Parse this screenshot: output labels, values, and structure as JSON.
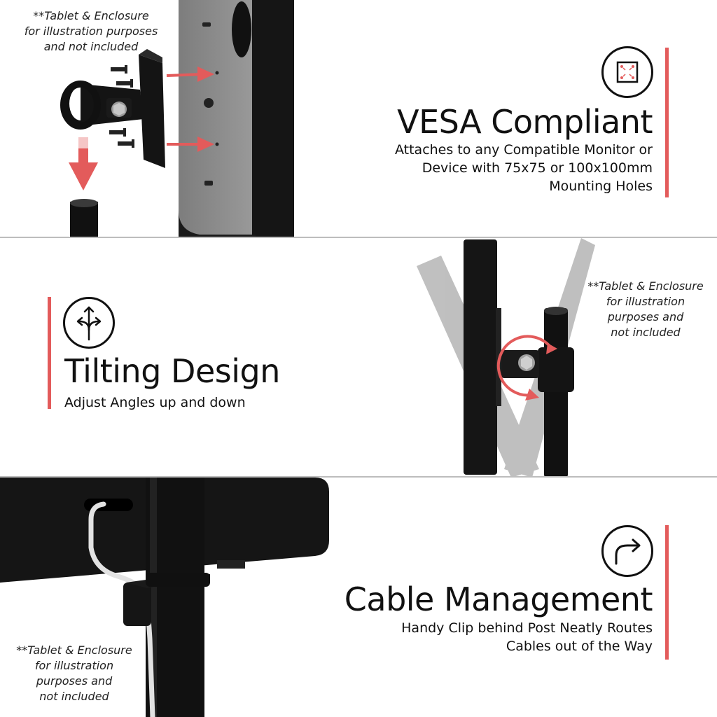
{
  "sections": [
    {
      "title": "VESA Compliant",
      "description_lines": [
        "Attaches to any Compatible Monitor or",
        "Device with 75x75 or 100x100mm",
        "Mounting Holes"
      ],
      "icon": "vesa-pattern-icon"
    },
    {
      "title": "Tilting Design",
      "description_lines": [
        "Adjust Angles up and down"
      ],
      "icon": "split-arrows-icon"
    },
    {
      "title": "Cable Management",
      "description_lines": [
        "Handy Clip behind Post Neatly Routes",
        "Cables out of the Way"
      ],
      "icon": "curved-arrow-icon"
    }
  ],
  "notes": {
    "note1_lines": [
      "**Tablet & Enclosure",
      "for illustration purposes",
      "and not included"
    ],
    "note2_lines": [
      "**Tablet & Enclosure",
      "for illustration",
      "purposes and",
      "not included"
    ],
    "note3_lines": [
      "**Tablet & Enclosure",
      "for illustration",
      "purposes and",
      "not included"
    ]
  },
  "colors": {
    "accent": "#e35b5b",
    "text": "#111111",
    "divider": "#bdbdbd",
    "enclosure_gray": "#8a8a8a",
    "mount_black": "#111111"
  }
}
